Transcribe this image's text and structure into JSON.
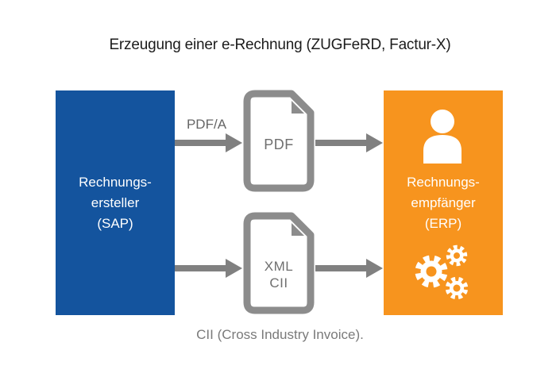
{
  "title": "Erzeugung einer e-Rechnung (ZUGFeRD, Factur-X)",
  "sender_box": {
    "line1": "Rechnungs-",
    "line2": "ersteller",
    "line3": "(SAP)"
  },
  "receiver_box": {
    "line1": "Rechnungs-",
    "line2": "empfänger",
    "line3": "(ERP)"
  },
  "pdf_document": {
    "label": "PDF"
  },
  "xml_document": {
    "line1": "XML",
    "line2": "CII"
  },
  "top_arrow_label": "PDF/A",
  "caption": "CII (Cross Industry Invoice).",
  "icons": {
    "pdf_file": "document-with-folded-corner",
    "xml_file": "document-with-folded-corner",
    "receiver_top": "person-icon",
    "receiver_bottom": "gears-icon",
    "connectors": "right-arrow"
  },
  "colors": {
    "blue": "#14549E",
    "orange": "#F7941E",
    "arrow-gray": "#808080",
    "icon-gray": "#8C8C8C",
    "doc-text-gray": "#6F6F6F",
    "caption-gray": "#7A7A7A",
    "label-gray": "#666666",
    "title-color": "#1C1C1C",
    "background": "#FFFFFF"
  }
}
